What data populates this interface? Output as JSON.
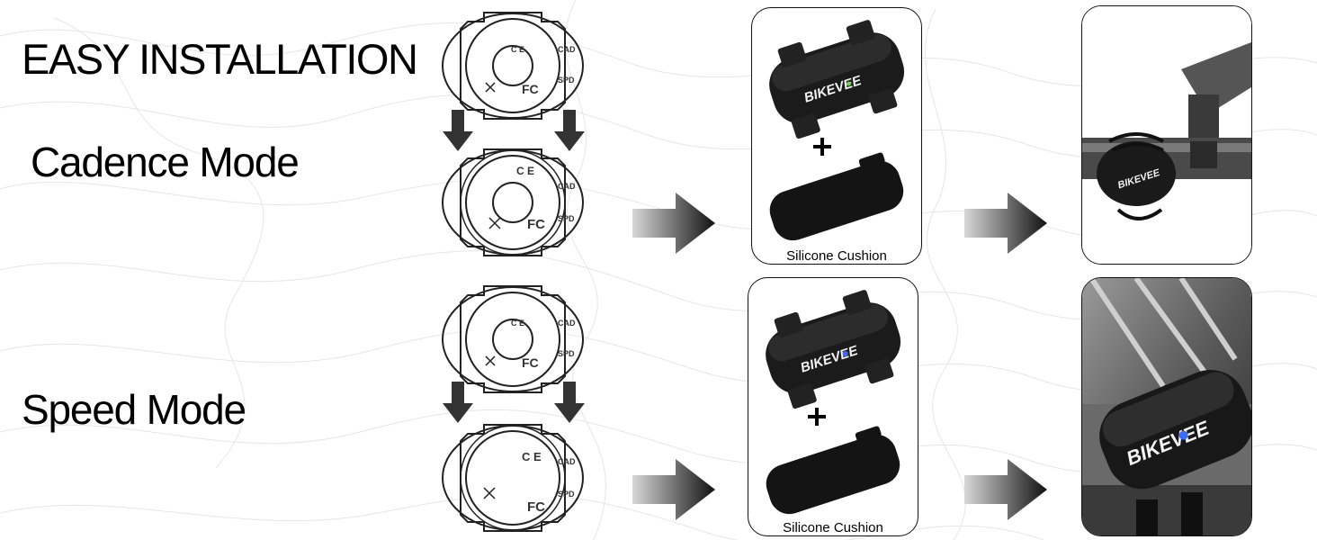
{
  "title": "EASY INSTALLATION",
  "modes": {
    "cadence": "Cadence Mode",
    "speed": "Speed Mode"
  },
  "sensor_dial": {
    "cad_label": "CAD",
    "spd_label": "SPD",
    "cert_label": "FC"
  },
  "brand": "BIKEVEE",
  "cushion_label": "Silicone Cushion",
  "colors": {
    "text": "#000000",
    "device_body": "#1b1b1b",
    "cushion": "#141414",
    "cadence_led": "#6ad34a",
    "speed_led": "#3a6cff"
  }
}
